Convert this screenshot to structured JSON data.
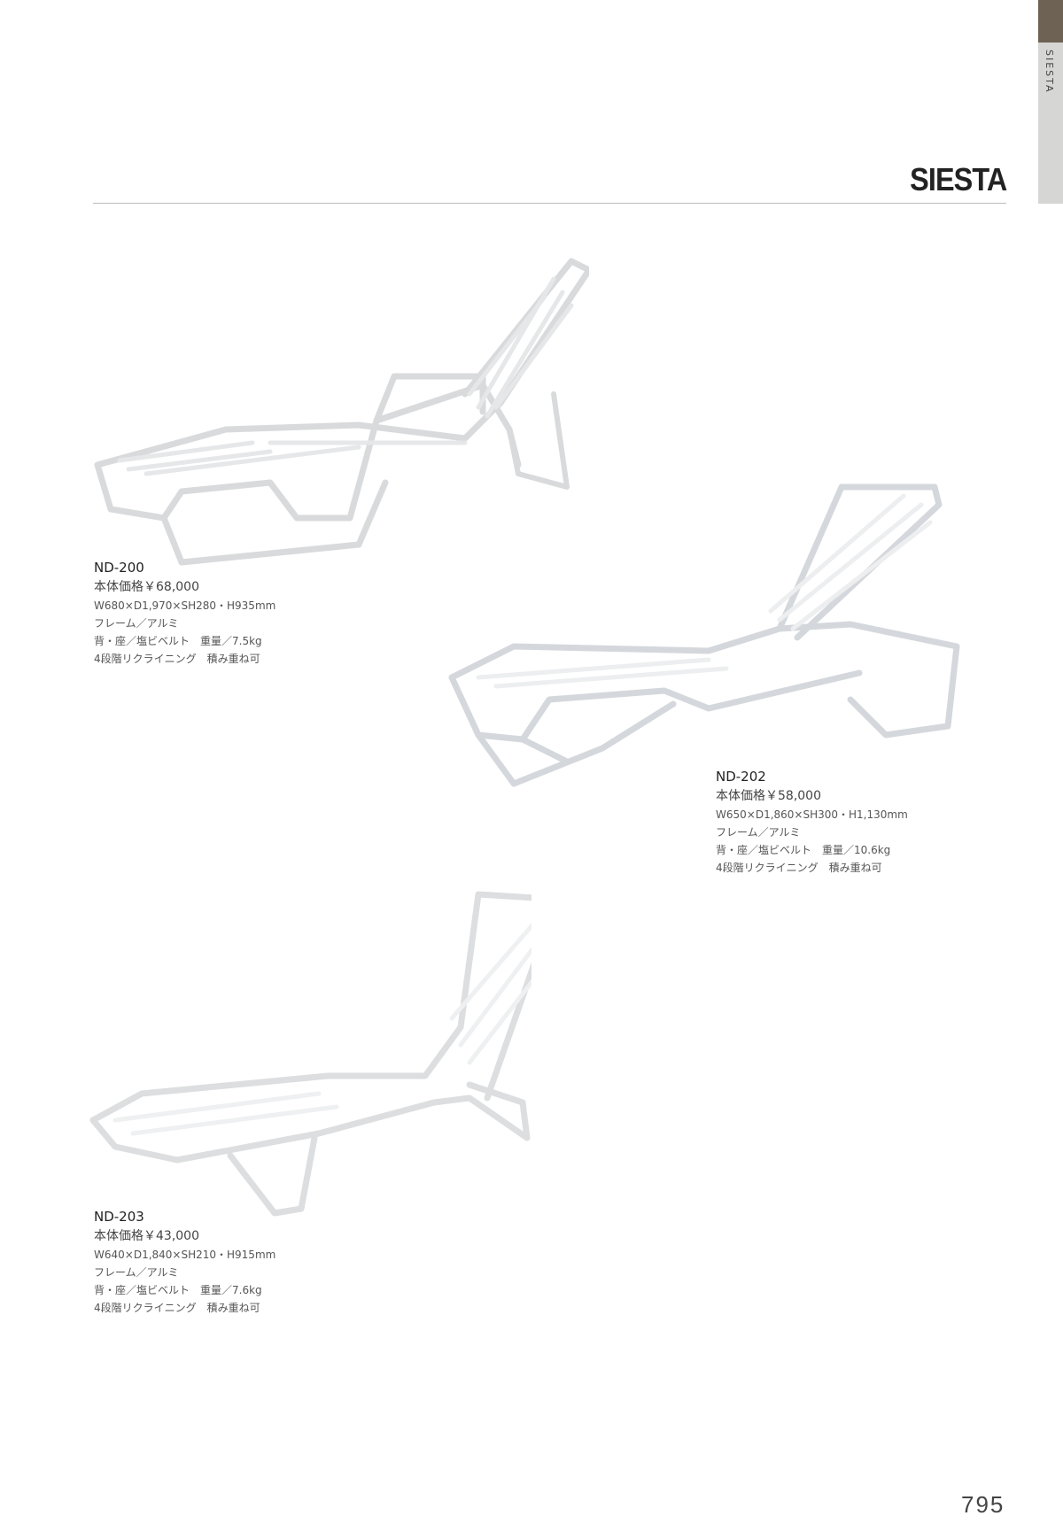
{
  "tab": {
    "label": "SIESTA"
  },
  "header": {
    "title": "SIESTA"
  },
  "products": [
    {
      "code": "ND-200",
      "price": "本体価格￥68,000",
      "size": "W680×D1,970×SH280・H935mm",
      "frame": "フレーム／アルミ",
      "material": "背・座／塩ビベルト　重量／7.5kg",
      "features": "4段階リクライニング　積み重ね可"
    },
    {
      "code": "ND-202",
      "price": "本体価格￥58,000",
      "size": "W650×D1,860×SH300・H1,130mm",
      "frame": "フレーム／アルミ",
      "material": "背・座／塩ビベルト　重量／10.6kg",
      "features": "4段階リクライニング　積み重ね可"
    },
    {
      "code": "ND-203",
      "price": "本体価格￥43,000",
      "size": "W640×D1,840×SH210・H915mm",
      "frame": "フレーム／アルミ",
      "material": "背・座／塩ビベルト　重量／7.6kg",
      "features": "4段階リクライニング　積み重ね可"
    }
  ],
  "page_number": "795"
}
